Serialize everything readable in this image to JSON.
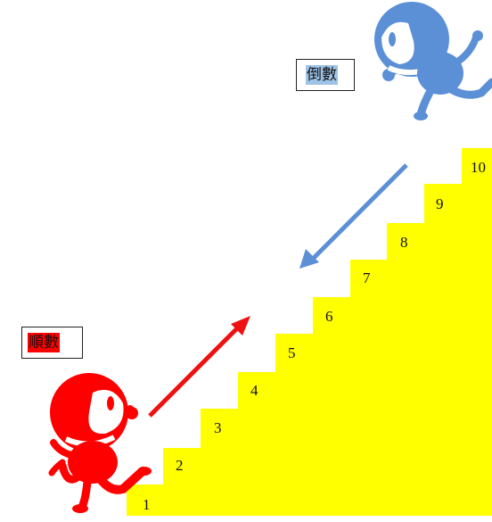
{
  "labels": {
    "forward": "順數",
    "backward": "倒數"
  },
  "steps": [
    "1",
    "2",
    "3",
    "4",
    "5",
    "6",
    "7",
    "8",
    "9",
    "10"
  ],
  "colors": {
    "stairs": "#ffff00",
    "forward_figure": "#ff0000",
    "backward_figure": "#5b8fd6",
    "forward_label_highlight": "#ff0000",
    "backward_label_highlight": "#9dc3e6",
    "forward_arrow": "#ee1111",
    "backward_arrow": "#5b8fd6"
  },
  "icons": {
    "forward_figure": "running-figure-icon",
    "backward_figure": "running-figure-icon"
  }
}
